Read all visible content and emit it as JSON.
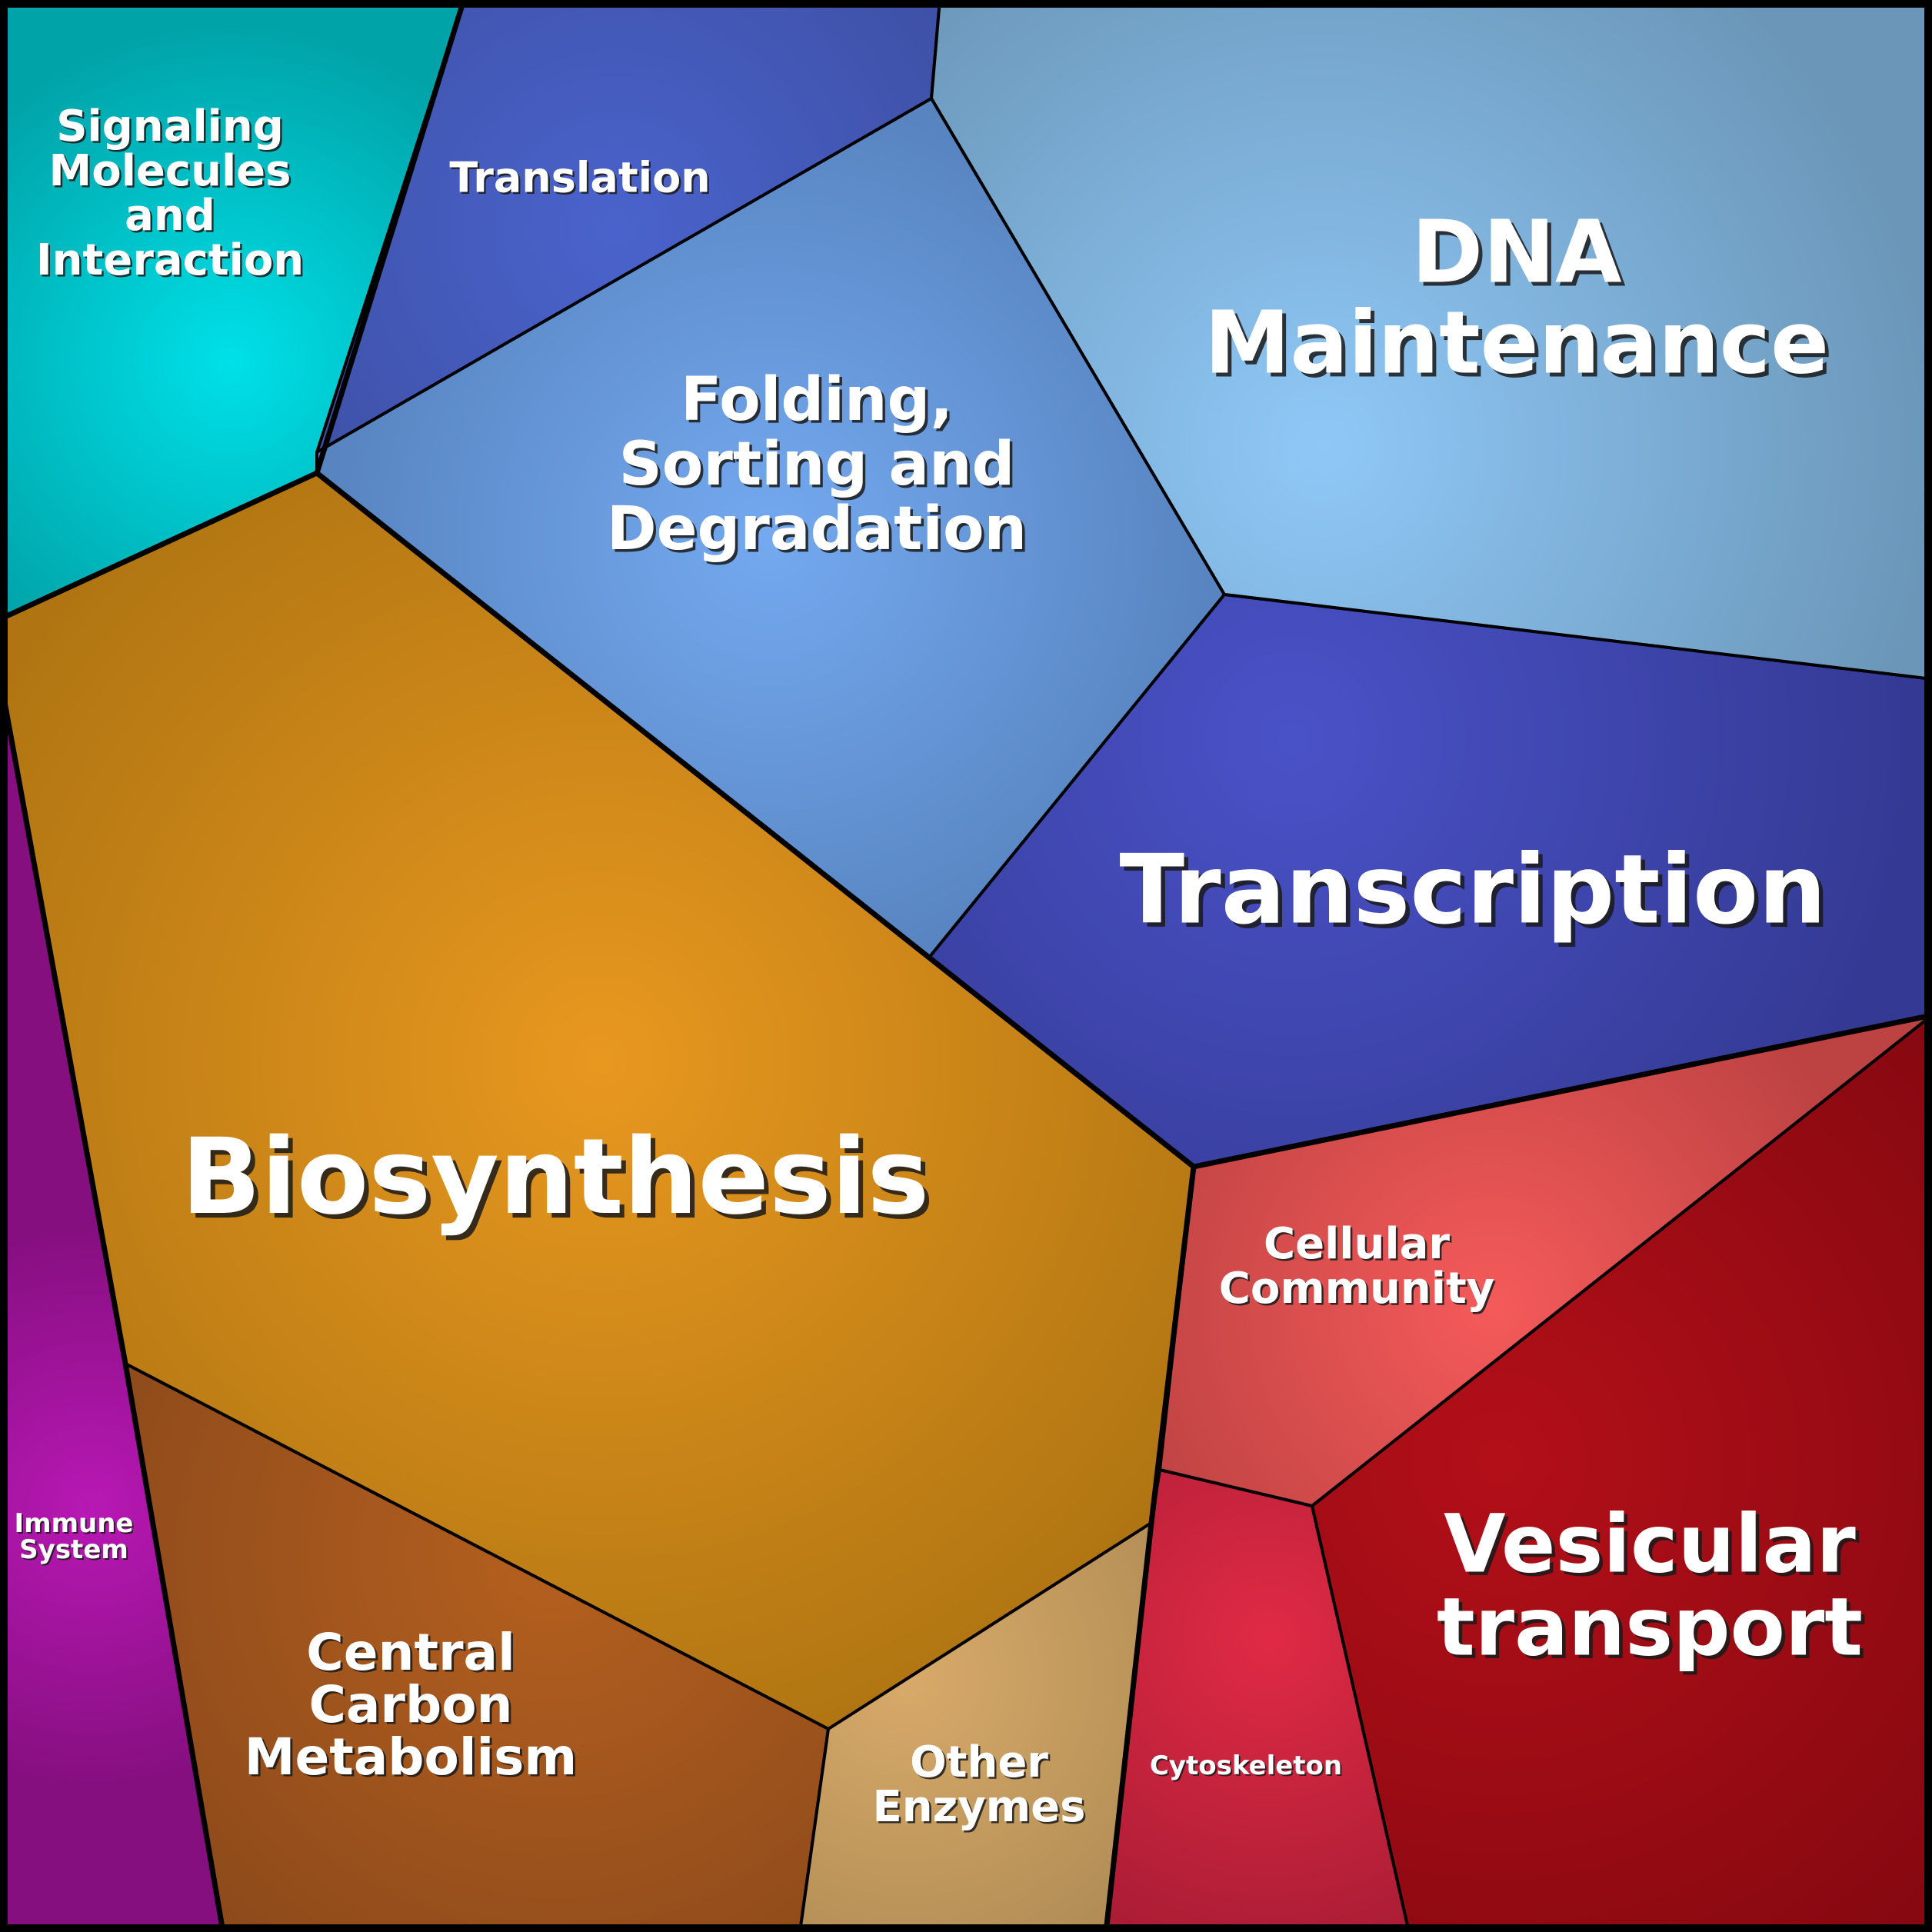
{
  "diagram": {
    "type": "voronoi-treemap",
    "cells": [
      {
        "id": "signaling",
        "lines": [
          "Signaling",
          "Molecules",
          "and",
          "Interaction"
        ],
        "color_center": "#00e0e8",
        "color_edge": "#00a3a8"
      },
      {
        "id": "translation",
        "lines": [
          "Translation"
        ],
        "color_center": "#4a63cc",
        "color_edge": "#3d4fa3"
      },
      {
        "id": "folding",
        "lines": [
          "Folding,",
          "Sorting and",
          "Degradation"
        ],
        "color_center": "#74a9f0",
        "color_edge": "#5682bd"
      },
      {
        "id": "dna",
        "lines": [
          "DNA",
          "Maintenance"
        ],
        "color_center": "#8fc8f7",
        "color_edge": "#6b96b8"
      },
      {
        "id": "transcription",
        "lines": [
          "Transcription"
        ],
        "color_center": "#4a52c8",
        "color_edge": "#343a94"
      },
      {
        "id": "biosynthesis",
        "lines": [
          "Biosynthesis"
        ],
        "color_center": "#e8981f",
        "color_edge": "#b07512"
      },
      {
        "id": "immune",
        "lines": [
          "Immune",
          "System"
        ],
        "color_center": "#b818b4",
        "color_edge": "#860f80"
      },
      {
        "id": "carbon",
        "lines": [
          "Central",
          "Carbon",
          "Metabolism"
        ],
        "color_center": "#b5601f",
        "color_edge": "#86461a"
      },
      {
        "id": "other",
        "lines": [
          "Other",
          "Enzymes"
        ],
        "color_center": "#d8aa6a",
        "color_edge": "#a88650"
      },
      {
        "id": "cytoskeleton",
        "lines": [
          "Cytoskeleton"
        ],
        "color_center": "#e02a45",
        "color_edge": "#a81c34"
      },
      {
        "id": "cellular",
        "lines": [
          "Cellular",
          "Community"
        ],
        "color_center": "#f55a5a",
        "color_edge": "#bd4242"
      },
      {
        "id": "vesicular",
        "lines": [
          "Vesicular",
          "transport"
        ],
        "color_center": "#b30f18",
        "color_edge": "#830810"
      }
    ]
  }
}
